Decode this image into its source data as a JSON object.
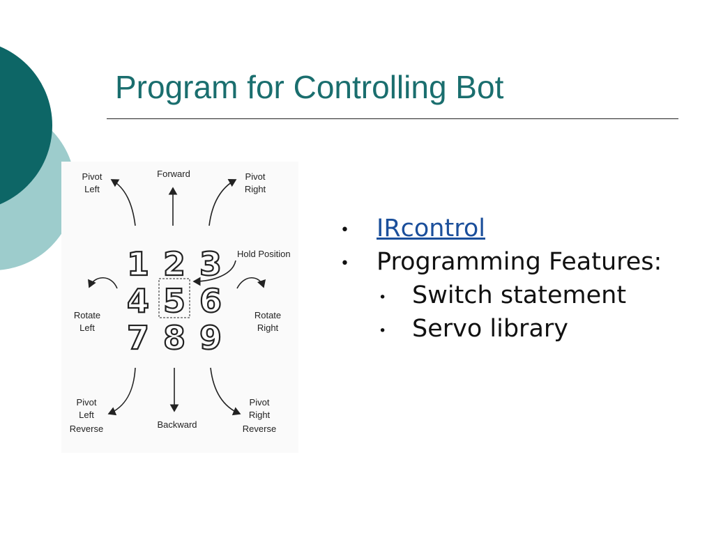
{
  "slide": {
    "title": "Program for Controlling Bot",
    "bullets": [
      {
        "text": "IRcontrol",
        "link": true
      },
      {
        "text": "Programming Features:"
      }
    ],
    "sub_bullets": [
      "Switch statement",
      "Servo library"
    ]
  },
  "diagram": {
    "labels": {
      "pivot_left": [
        "Pivot",
        "Left"
      ],
      "forward": "Forward",
      "pivot_right": [
        "Pivot",
        "Right"
      ],
      "hold_position": "Hold Position",
      "rotate_left": [
        "Rotate",
        "Left"
      ],
      "rotate_right": [
        "Rotate",
        "Right"
      ],
      "pivot_left_reverse": [
        "Pivot",
        "Left",
        "Reverse"
      ],
      "backward": "Backward",
      "pivot_right_reverse": [
        "Pivot",
        "Right",
        "Reverse"
      ]
    },
    "keys": [
      "1",
      "2",
      "3",
      "4",
      "5",
      "6",
      "7",
      "8",
      "9"
    ]
  },
  "colors": {
    "title": "#1a6e6e",
    "circle_dark": "#0d6666",
    "circle_light": "#9dcccc",
    "link": "#1b4f9b"
  }
}
